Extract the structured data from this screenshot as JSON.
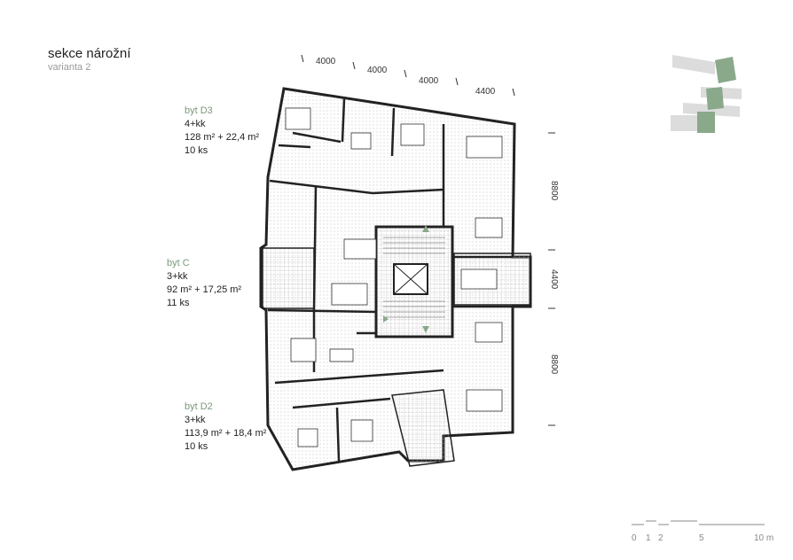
{
  "header": {
    "title": "sekce nárožní",
    "subtitle": "varianta 2"
  },
  "units": [
    {
      "name": "byt D3",
      "layout": "4+kk",
      "area": "128 m² + 22,4 m²",
      "count": "10 ks"
    },
    {
      "name": "byt C",
      "layout": "3+kk",
      "area": "92 m² + 17,25 m²",
      "count": "11 ks"
    },
    {
      "name": "byt D2",
      "layout": "3+kk",
      "area": "113,9 m² + 18,4 m²",
      "count": "10 ks"
    }
  ],
  "dimensions": {
    "top": [
      "4000",
      "4000",
      "4000",
      "4400"
    ],
    "right": [
      "8800",
      "4400",
      "8800"
    ]
  },
  "scale": {
    "labels": [
      "0",
      "1",
      "2",
      "5",
      "10 m"
    ]
  },
  "colors": {
    "accent_green": "#8aa88a",
    "line": "#222222",
    "hatch": "#bbbbbb"
  }
}
